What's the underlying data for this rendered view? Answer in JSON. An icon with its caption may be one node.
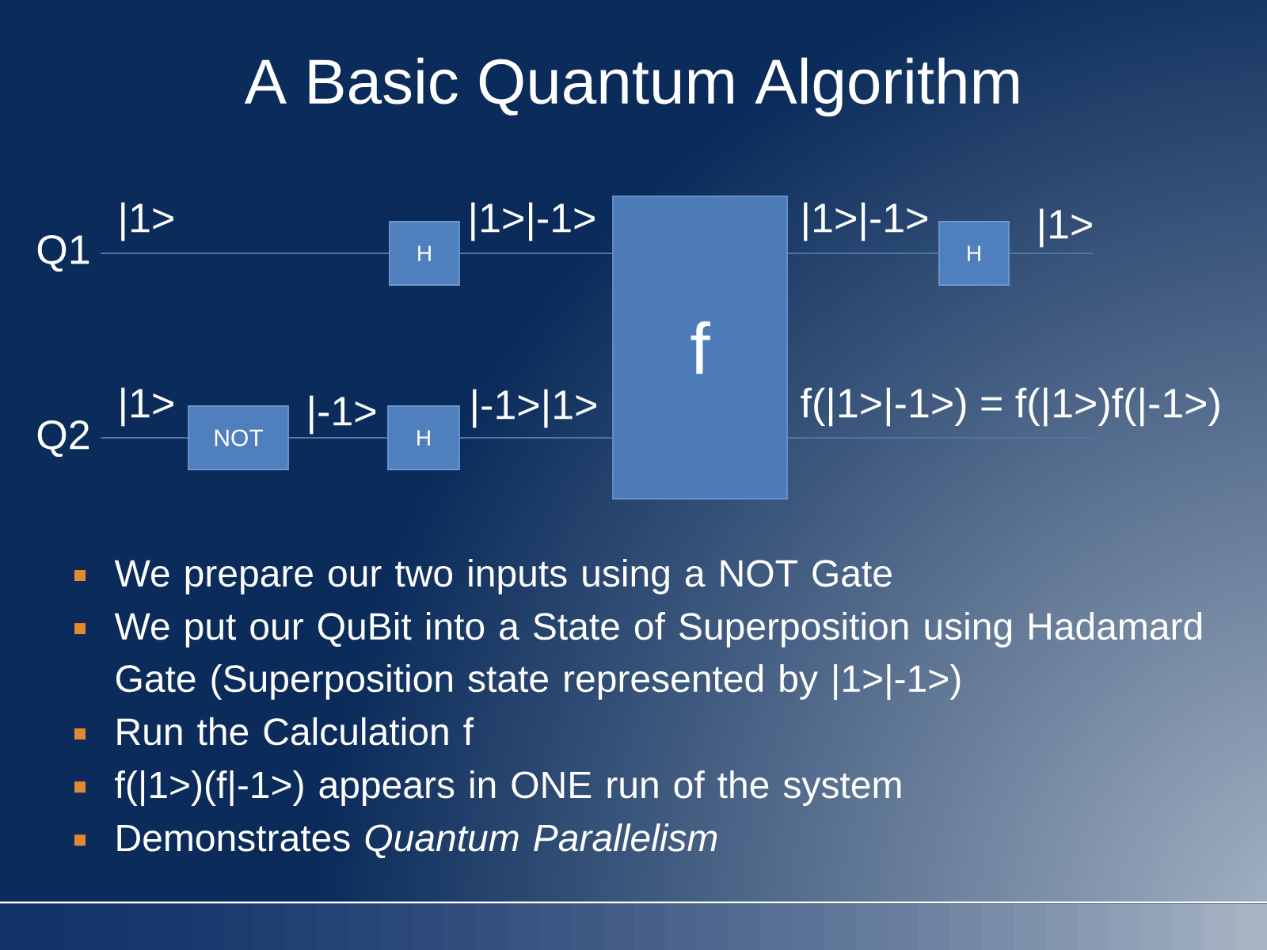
{
  "diagram": {
    "title": "A Basic Quantum Algorithm",
    "nodes": [
      {
        "text": [
          "Q1"
        ]
      },
      {
        "text": [
          "H"
        ]
      },
      {
        "text": [
          "f"
        ]
      },
      {
        "text": [
          "H"
        ]
      },
      {
        "text": [
          "Q2"
        ]
      },
      {
        "text": [
          "NOT"
        ]
      },
      {
        "text": [
          "H"
        ]
      }
    ],
    "edges": [
      {
        "from": 0,
        "to": 1,
        "arrow": "none",
        "label": "|1>"
      },
      {
        "from": 1,
        "to": 2,
        "arrow": "none",
        "label": "|1>|-1>"
      },
      {
        "from": 2,
        "to": 3,
        "arrow": "none",
        "label": "|1>|-1>"
      },
      {
        "from": 3,
        "to": null,
        "arrow": "none",
        "label": "|1>"
      },
      {
        "from": 4,
        "to": 5,
        "arrow": "none",
        "label": "|1>"
      },
      {
        "from": 5,
        "to": 6,
        "arrow": "none",
        "label": "|-1>"
      },
      {
        "from": 6,
        "to": 2,
        "arrow": "none",
        "label": "|-1>|1>"
      },
      {
        "from": 2,
        "to": null,
        "arrow": "none",
        "label": "f(|1>|-1>) = f(|1>)f(|-1>)"
      }
    ],
    "labels": [
      "We prepare our two inputs using a NOT Gate",
      "We put our QuBit into a State of Superposition using Hadamard Gate (Superposition state represented by |1>|-1>)",
      "Run the Calculation f",
      "f(|1>)(f|-1>) appears in ONE run of the system",
      "Demonstrates *Quantum Parallelism*"
    ]
  }
}
